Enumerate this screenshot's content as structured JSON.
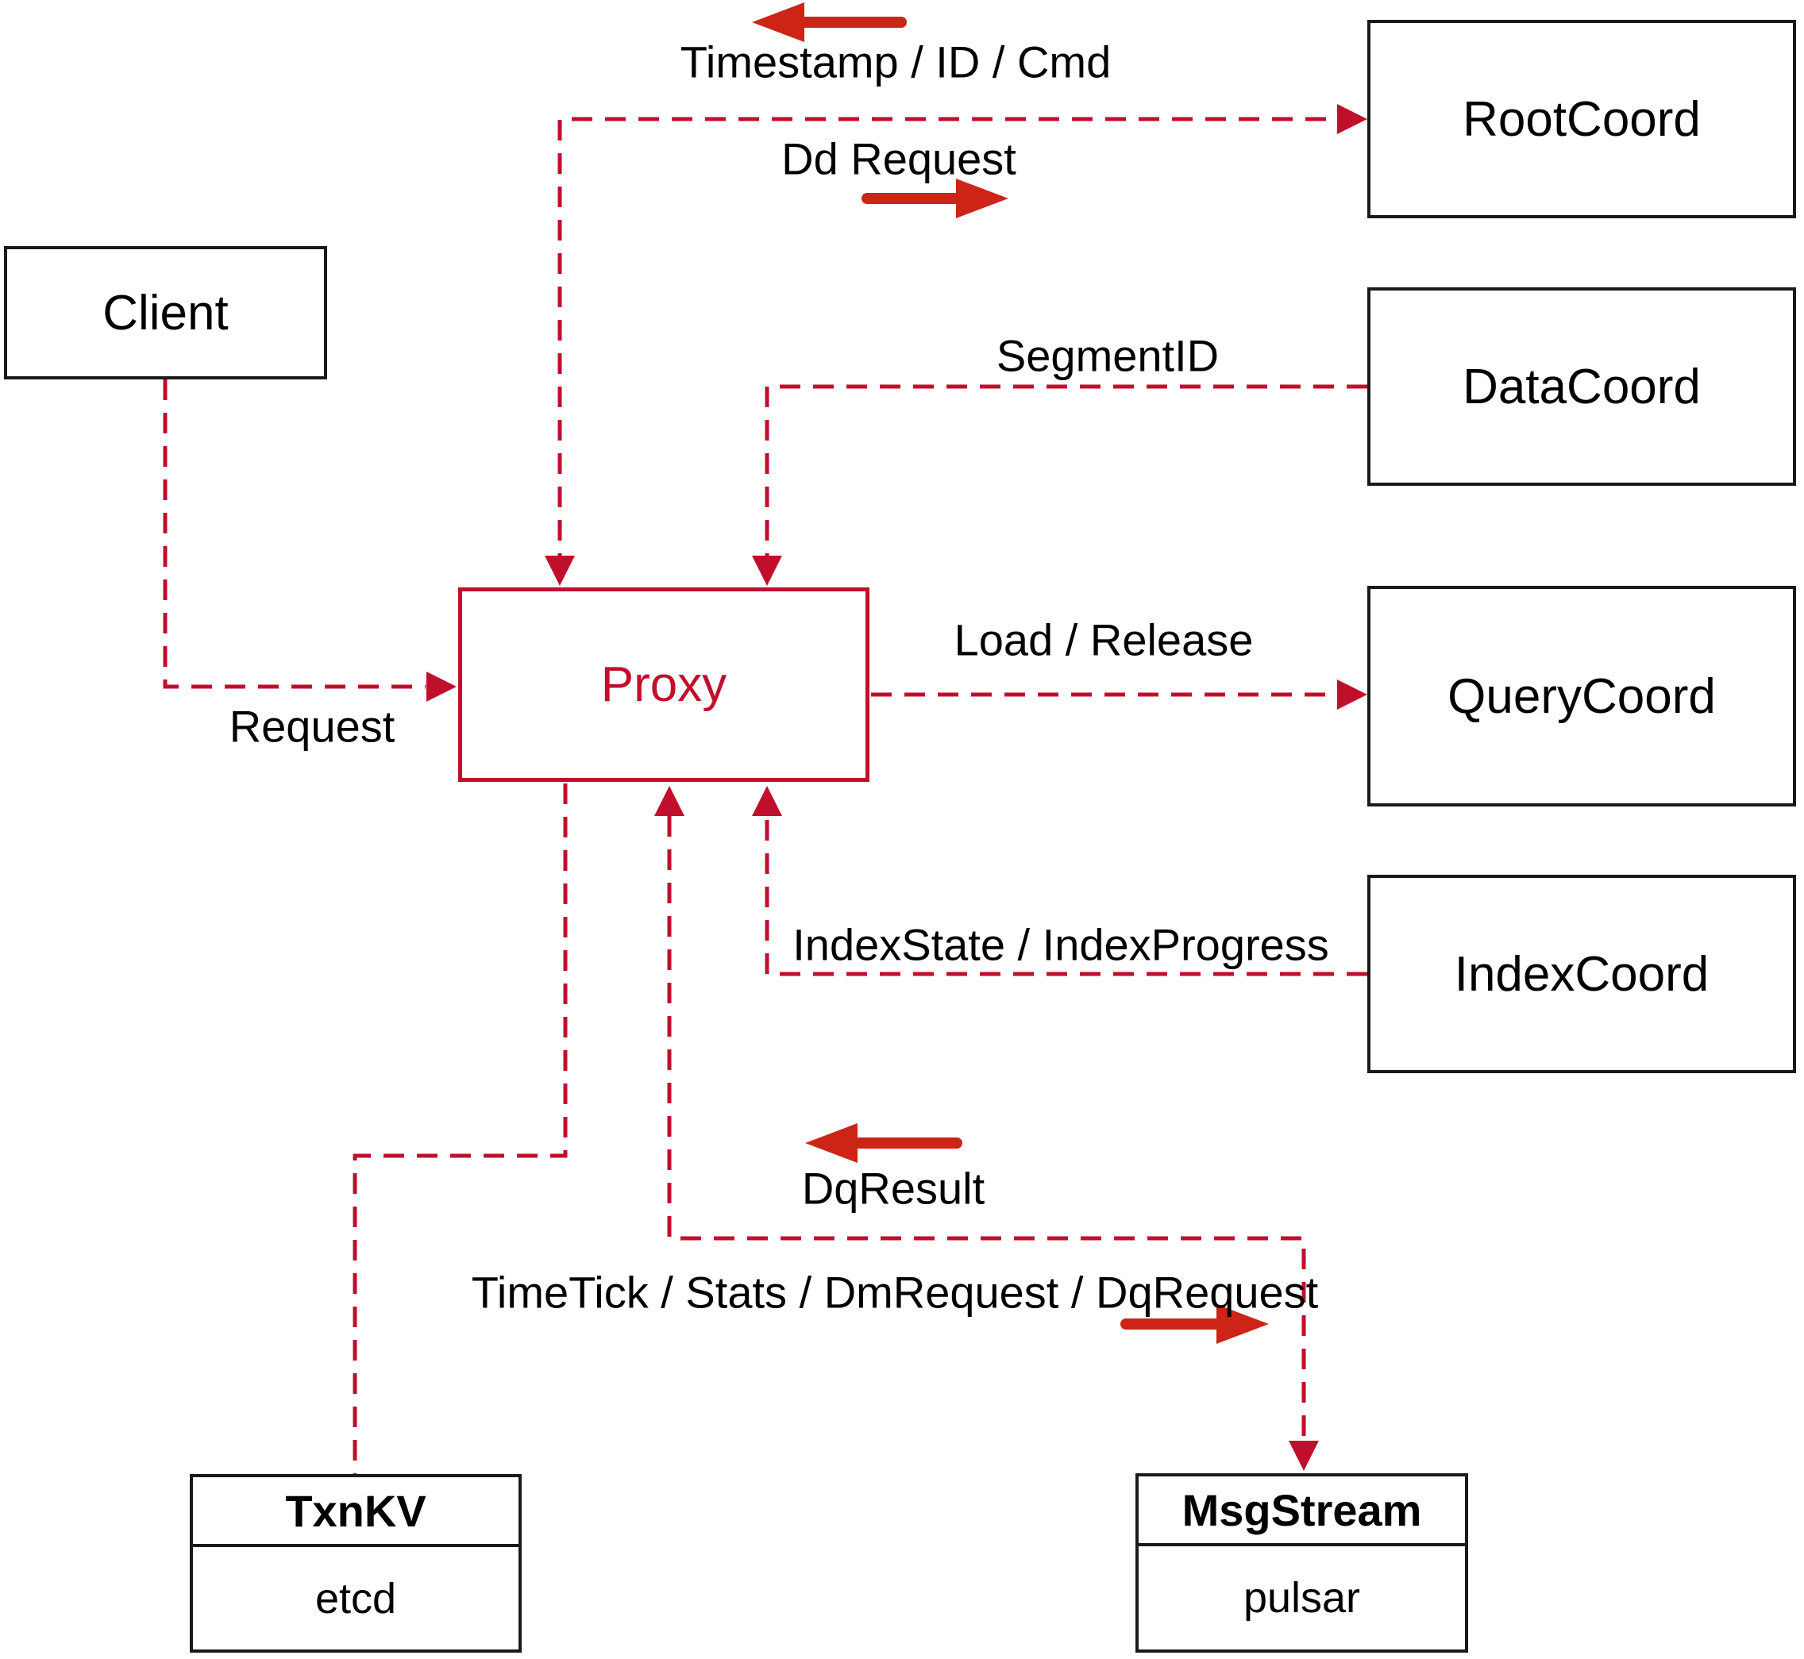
{
  "diagram": {
    "nodes": {
      "client": {
        "label": "Client"
      },
      "proxy": {
        "label": "Proxy"
      },
      "rootcoord": {
        "label": "RootCoord"
      },
      "datacoord": {
        "label": "DataCoord"
      },
      "querycoord": {
        "label": "QueryCoord"
      },
      "indexcoord": {
        "label": "IndexCoord"
      },
      "txnkv": {
        "title": "TxnKV",
        "sub": "etcd"
      },
      "msgstream": {
        "title": "MsgStream",
        "sub": "pulsar"
      }
    },
    "edge_labels": {
      "timestamp": "Timestamp / ID / Cmd",
      "dd_request": "Dd Request",
      "segment_id": "SegmentID",
      "load_release": "Load / Release",
      "index_state": "IndexState / IndexProgress",
      "request": "Request",
      "dq_result": "DqResult",
      "timetick": "TimeTick / Stats / DmRequest / DqRequest"
    },
    "colors": {
      "line": "#c00f2d",
      "solid_arrow": "#cc2517",
      "border": "#1a1a1a",
      "text": "#000000",
      "background": "#ffffff"
    }
  }
}
